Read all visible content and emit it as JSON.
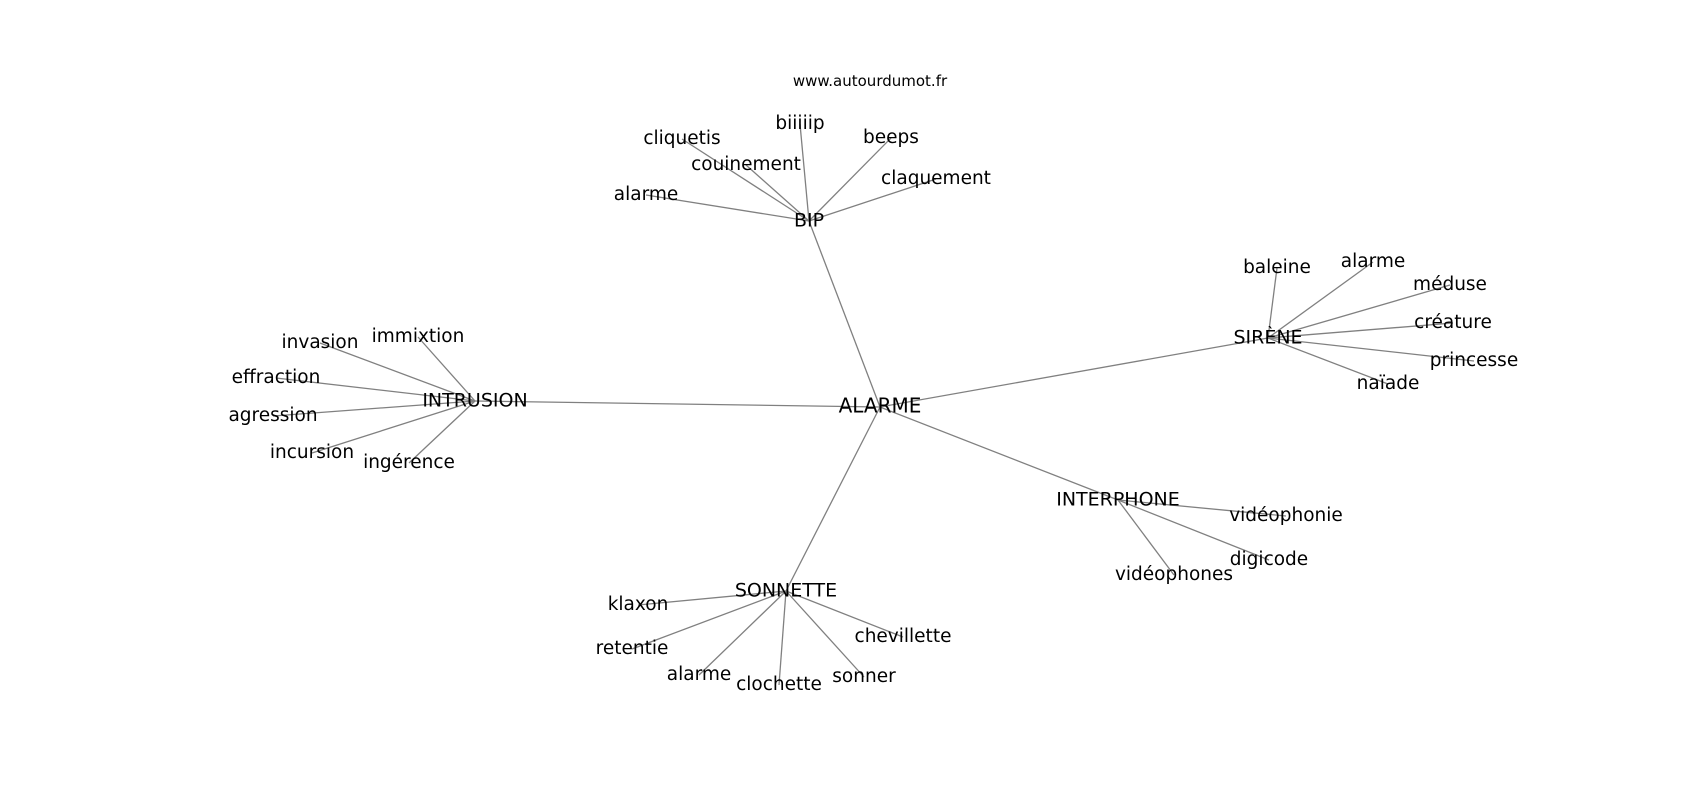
{
  "source": "www.autourdumot.fr",
  "graph": {
    "center": "ALARME",
    "nodes": [
      {
        "id": "ALARME",
        "label": "ALARME",
        "level": 0
      },
      {
        "id": "BIP",
        "label": "BIP",
        "level": 1
      },
      {
        "id": "SIRENE",
        "label": "SIRÈNE",
        "level": 1
      },
      {
        "id": "INTRUSION",
        "label": "INTRUSION",
        "level": 1
      },
      {
        "id": "INTERPHONE",
        "label": "INTERPHONE",
        "level": 1
      },
      {
        "id": "SONNETTE",
        "label": "SONNETTE",
        "level": 1
      },
      {
        "id": "bip-cliquetis",
        "label": "cliquetis",
        "level": 2
      },
      {
        "id": "bip-biiiiip",
        "label": "biiiiip",
        "level": 2
      },
      {
        "id": "bip-beeps",
        "label": "beeps",
        "level": 2
      },
      {
        "id": "bip-couinement",
        "label": "couinement",
        "level": 2
      },
      {
        "id": "bip-claquement",
        "label": "claquement",
        "level": 2
      },
      {
        "id": "bip-alarme",
        "label": "alarme",
        "level": 2
      },
      {
        "id": "sir-baleine",
        "label": "baleine",
        "level": 2
      },
      {
        "id": "sir-alarme",
        "label": "alarme",
        "level": 2
      },
      {
        "id": "sir-meduse",
        "label": "méduse",
        "level": 2
      },
      {
        "id": "sir-creature",
        "label": "créature",
        "level": 2
      },
      {
        "id": "sir-princesse",
        "label": "princesse",
        "level": 2
      },
      {
        "id": "sir-naiade",
        "label": "naïade",
        "level": 2
      },
      {
        "id": "int-invasion",
        "label": "invasion",
        "level": 2
      },
      {
        "id": "int-immixtion",
        "label": "immixtion",
        "level": 2
      },
      {
        "id": "int-effraction",
        "label": "effraction",
        "level": 2
      },
      {
        "id": "int-agression",
        "label": "agression",
        "level": 2
      },
      {
        "id": "int-incursion",
        "label": "incursion",
        "level": 2
      },
      {
        "id": "int-ingerence",
        "label": "ingérence",
        "level": 2
      },
      {
        "id": "iph-videophonie",
        "label": "vidéophonie",
        "level": 2
      },
      {
        "id": "iph-digicode",
        "label": "digicode",
        "level": 2
      },
      {
        "id": "iph-videophones",
        "label": "vidéophones",
        "level": 2
      },
      {
        "id": "son-klaxon",
        "label": "klaxon",
        "level": 2
      },
      {
        "id": "son-retentie",
        "label": "retentie",
        "level": 2
      },
      {
        "id": "son-alarme",
        "label": "alarme",
        "level": 2
      },
      {
        "id": "son-clochette",
        "label": "clochette",
        "level": 2
      },
      {
        "id": "son-sonner",
        "label": "sonner",
        "level": 2
      },
      {
        "id": "son-chevillette",
        "label": "chevillette",
        "level": 2
      }
    ],
    "edges": [
      [
        "ALARME",
        "BIP"
      ],
      [
        "ALARME",
        "SIRENE"
      ],
      [
        "ALARME",
        "INTRUSION"
      ],
      [
        "ALARME",
        "INTERPHONE"
      ],
      [
        "ALARME",
        "SONNETTE"
      ],
      [
        "BIP",
        "bip-cliquetis"
      ],
      [
        "BIP",
        "bip-biiiiip"
      ],
      [
        "BIP",
        "bip-beeps"
      ],
      [
        "BIP",
        "bip-couinement"
      ],
      [
        "BIP",
        "bip-claquement"
      ],
      [
        "BIP",
        "bip-alarme"
      ],
      [
        "SIRENE",
        "sir-baleine"
      ],
      [
        "SIRENE",
        "sir-alarme"
      ],
      [
        "SIRENE",
        "sir-meduse"
      ],
      [
        "SIRENE",
        "sir-creature"
      ],
      [
        "SIRENE",
        "sir-princesse"
      ],
      [
        "SIRENE",
        "sir-naiade"
      ],
      [
        "INTRUSION",
        "int-invasion"
      ],
      [
        "INTRUSION",
        "int-immixtion"
      ],
      [
        "INTRUSION",
        "int-effraction"
      ],
      [
        "INTRUSION",
        "int-agression"
      ],
      [
        "INTRUSION",
        "int-incursion"
      ],
      [
        "INTRUSION",
        "int-ingerence"
      ],
      [
        "INTERPHONE",
        "iph-videophonie"
      ],
      [
        "INTERPHONE",
        "iph-digicode"
      ],
      [
        "INTERPHONE",
        "iph-videophones"
      ],
      [
        "SONNETTE",
        "son-klaxon"
      ],
      [
        "SONNETTE",
        "son-retentie"
      ],
      [
        "SONNETTE",
        "son-alarme"
      ],
      [
        "SONNETTE",
        "son-clochette"
      ],
      [
        "SONNETTE",
        "son-sonner"
      ],
      [
        "SONNETTE",
        "son-chevillette"
      ]
    ]
  }
}
